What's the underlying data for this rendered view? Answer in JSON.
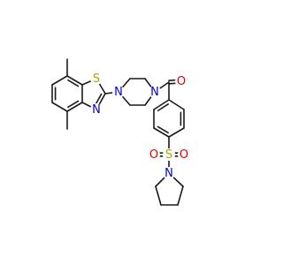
{
  "molecule": {
    "atoms": {
      "sulfur_thiazole": {
        "label": "S",
        "color": "#b8a000"
      },
      "nitrogen_thiazole": {
        "label": "N",
        "color": "#0000dd"
      },
      "nitrogen_piperazine_left": {
        "label": "N",
        "color": "#0000dd"
      },
      "nitrogen_piperazine_right": {
        "label": "N",
        "color": "#0000dd"
      },
      "oxygen_carbonyl": {
        "label": "O",
        "color": "#dd0000"
      },
      "sulfur_sulfonyl": {
        "label": "S",
        "color": "#b8a000"
      },
      "oxygen_sulfonyl_left": {
        "label": "O",
        "color": "#dd0000"
      },
      "oxygen_sulfonyl_right": {
        "label": "O",
        "color": "#dd0000"
      },
      "nitrogen_pyrrolidine": {
        "label": "N",
        "color": "#0000dd"
      }
    },
    "bond_color": "#1a1a1a"
  }
}
